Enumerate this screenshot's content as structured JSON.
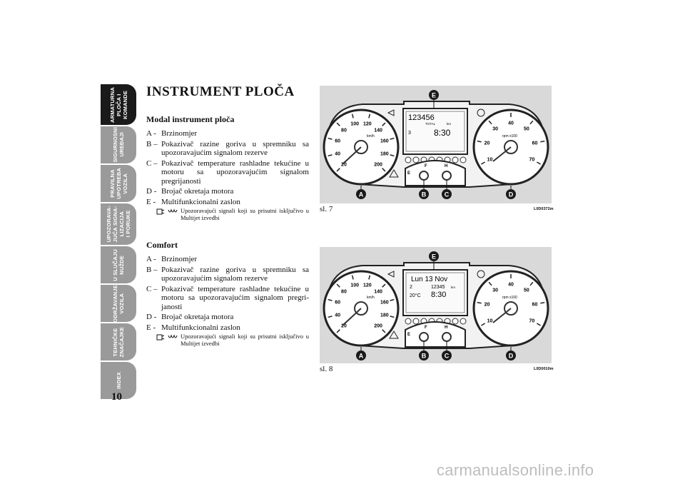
{
  "tabs": [
    {
      "label": "ARMATURNA\nPLOČA I\nKOMANDE",
      "active": true
    },
    {
      "label": "SIGURNOSNI\nUREĐAJI",
      "active": false
    },
    {
      "label": "PRAVILNA\nUPOTREBA\nVOZILA",
      "active": false
    },
    {
      "label": "UPOZORAVA-\nJUĆA SIGNA-\nLIZACIJA\nI PORUKE",
      "active": false
    },
    {
      "label": "U SLUČAJU\nNUŽDE",
      "active": false
    },
    {
      "label": "ODRŽAVANJE\nVOZILA",
      "active": false
    },
    {
      "label": "TEHNIČKE\nZNAČAJKE",
      "active": false
    },
    {
      "label": "INDEX",
      "active": false
    }
  ],
  "page_number": "10",
  "title": "INSTRUMENT PLOČA",
  "sections": [
    {
      "heading": "Modal instrument ploča",
      "items": [
        {
          "key": "A -",
          "text": "Brzinomjer"
        },
        {
          "key": "B –",
          "text": "Pokazivač razine goriva u spremniku sa upozoravajućim signalom rezerve"
        },
        {
          "key": "C –",
          "text": "Pokazivač temperature rashladne tekućine u motoru sa upozoravajućim signalom pregrijanosti"
        },
        {
          "key": "D -",
          "text": "Brojač okretaja motora"
        },
        {
          "key": "E -",
          "text": "Multifunkcionalni zaslon"
        }
      ],
      "note": "Upozoravajući signali koji su prisutni isključivo u Multijet izvedbi"
    },
    {
      "heading": "Comfort",
      "items": [
        {
          "key": "A -",
          "text": "Brzinomjer"
        },
        {
          "key": "B –",
          "text": "Pokazivač razine goriva u spremniku sa upozoravajućim signalom rezerve"
        },
        {
          "key": "C –",
          "text": "Pokazivač temperature rashladne tekućine u motoru sa upozoravajućim signalom pregri-janosti"
        },
        {
          "key": "D -",
          "text": "Brojač okretaja motora"
        },
        {
          "key": "E -",
          "text": "Multifunkcionalni zaslon"
        }
      ],
      "note": "Upozoravajući signali koji su prisutni isključivo u Multijet izvedbi"
    }
  ],
  "figures": [
    {
      "caption": "sl. 7",
      "code": "L0D0372m",
      "callouts": [
        "A",
        "B",
        "C",
        "D",
        "E"
      ],
      "speedo_ticks": [
        "20",
        "40",
        "60",
        "80",
        "100",
        "120",
        "140",
        "160",
        "180",
        "200"
      ],
      "speedo_unit": "km/h",
      "tacho_ticks": [
        "10",
        "20",
        "30",
        "40",
        "50",
        "60",
        "70"
      ],
      "tacho_unit": "rpm x100",
      "fuel_labels": [
        "E",
        "F"
      ],
      "temp_labels": [
        "H"
      ],
      "display_line1": "123456",
      "display_sub": "TOTAL",
      "display_unit": "km",
      "display_gear": "3",
      "display_time": "8:30"
    },
    {
      "caption": "sl. 8",
      "code": "L0D0010m",
      "callouts": [
        "A",
        "B",
        "C",
        "D",
        "E"
      ],
      "speedo_ticks": [
        "20",
        "40",
        "60",
        "80",
        "100",
        "120",
        "140",
        "160",
        "180",
        "200"
      ],
      "speedo_unit": "km/h",
      "tacho_ticks": [
        "10",
        "20",
        "30",
        "40",
        "50",
        "60",
        "70"
      ],
      "tacho_unit": "rpm x100",
      "fuel_labels": [
        "E",
        "F"
      ],
      "temp_labels": [
        "H"
      ],
      "display_line1": "Lun 13 Nov",
      "display_gear": "2",
      "display_odo": "12345",
      "display_unit": "km",
      "display_temp": "20°C",
      "display_time": "8:30"
    }
  ],
  "watermark": "carmanualsonline.info",
  "colors": {
    "tab_active": "#1a1a1a",
    "tab_inactive": "#9a9a9a",
    "figure_bg": "#d9d9d9",
    "cluster_dark": "#2b2b2b",
    "callout": "#1a1a1a"
  }
}
